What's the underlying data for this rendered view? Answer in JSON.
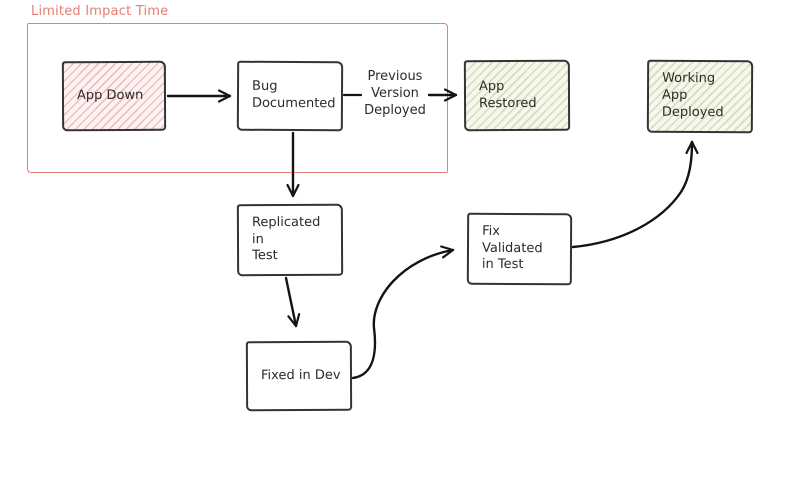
{
  "frame": {
    "label": "Limited Impact Time"
  },
  "nodes": {
    "app_down": "App Down",
    "bug_documented": "Bug\nDocumented",
    "previous_version_deployed": "Previous\nVersion\nDeployed",
    "app_restored": "App\nRestored",
    "working_app_deployed": "Working\nApp\nDeployed",
    "replicated_in_test": "Replicated in\nTest",
    "fixed_in_dev": "Fixed in Dev",
    "fix_validated_in_test": "Fix Validated\nin Test"
  },
  "colors": {
    "frame_red": "#e57f73",
    "ink": "#2b2b2b",
    "arrow_ink": "#141414",
    "pink_hatch": "#f1bfbf",
    "pink_bg": "#fcf3f3",
    "green_hatch": "#d2dfb9",
    "green_bg": "#f6f8ee"
  }
}
